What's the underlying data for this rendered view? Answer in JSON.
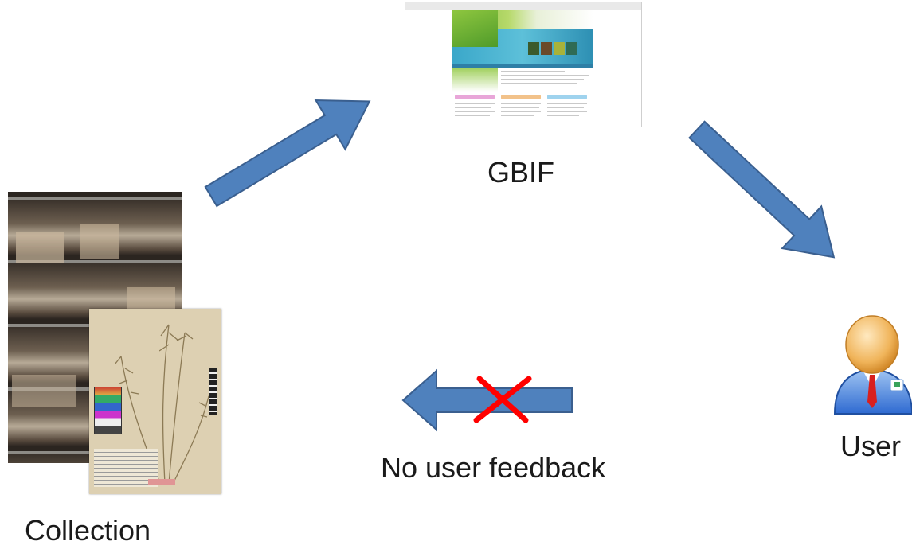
{
  "labels": {
    "gbif": "GBIF",
    "collection": "Collection",
    "user": "User",
    "feedback": "No user feedback"
  },
  "colors": {
    "arrow_fill": "#4f81bd",
    "arrow_stroke": "#3a5f8f",
    "cross": "#ff0000"
  },
  "icons": {
    "gbif_screenshot": "gbif-website-screenshot",
    "collection_photo": "herbarium-collection-photo",
    "user_icon": "user-avatar-icon",
    "blocked": "red-x-cross-icon"
  }
}
